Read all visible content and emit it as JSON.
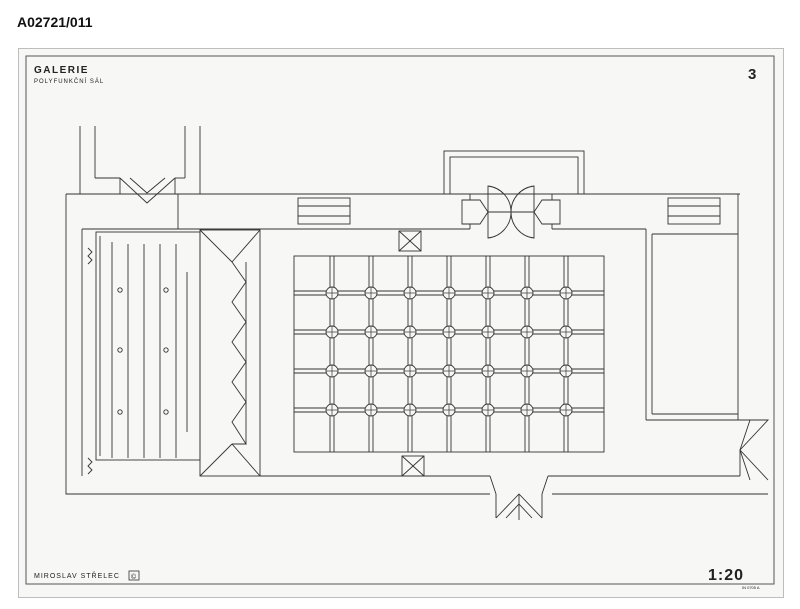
{
  "archive_id": "A02721/011",
  "title": "GALERIE",
  "subtitle": "POLYFUNKČNÍ SÁL",
  "sheet_number": "3",
  "author": "MIROSLAV STŘELEC",
  "author_mark": "©",
  "scale": "1:20",
  "small_note": "IN 0705 A",
  "colors": {
    "ink": "#333333",
    "paper": "#f7f7f5",
    "frame": "#555555"
  }
}
